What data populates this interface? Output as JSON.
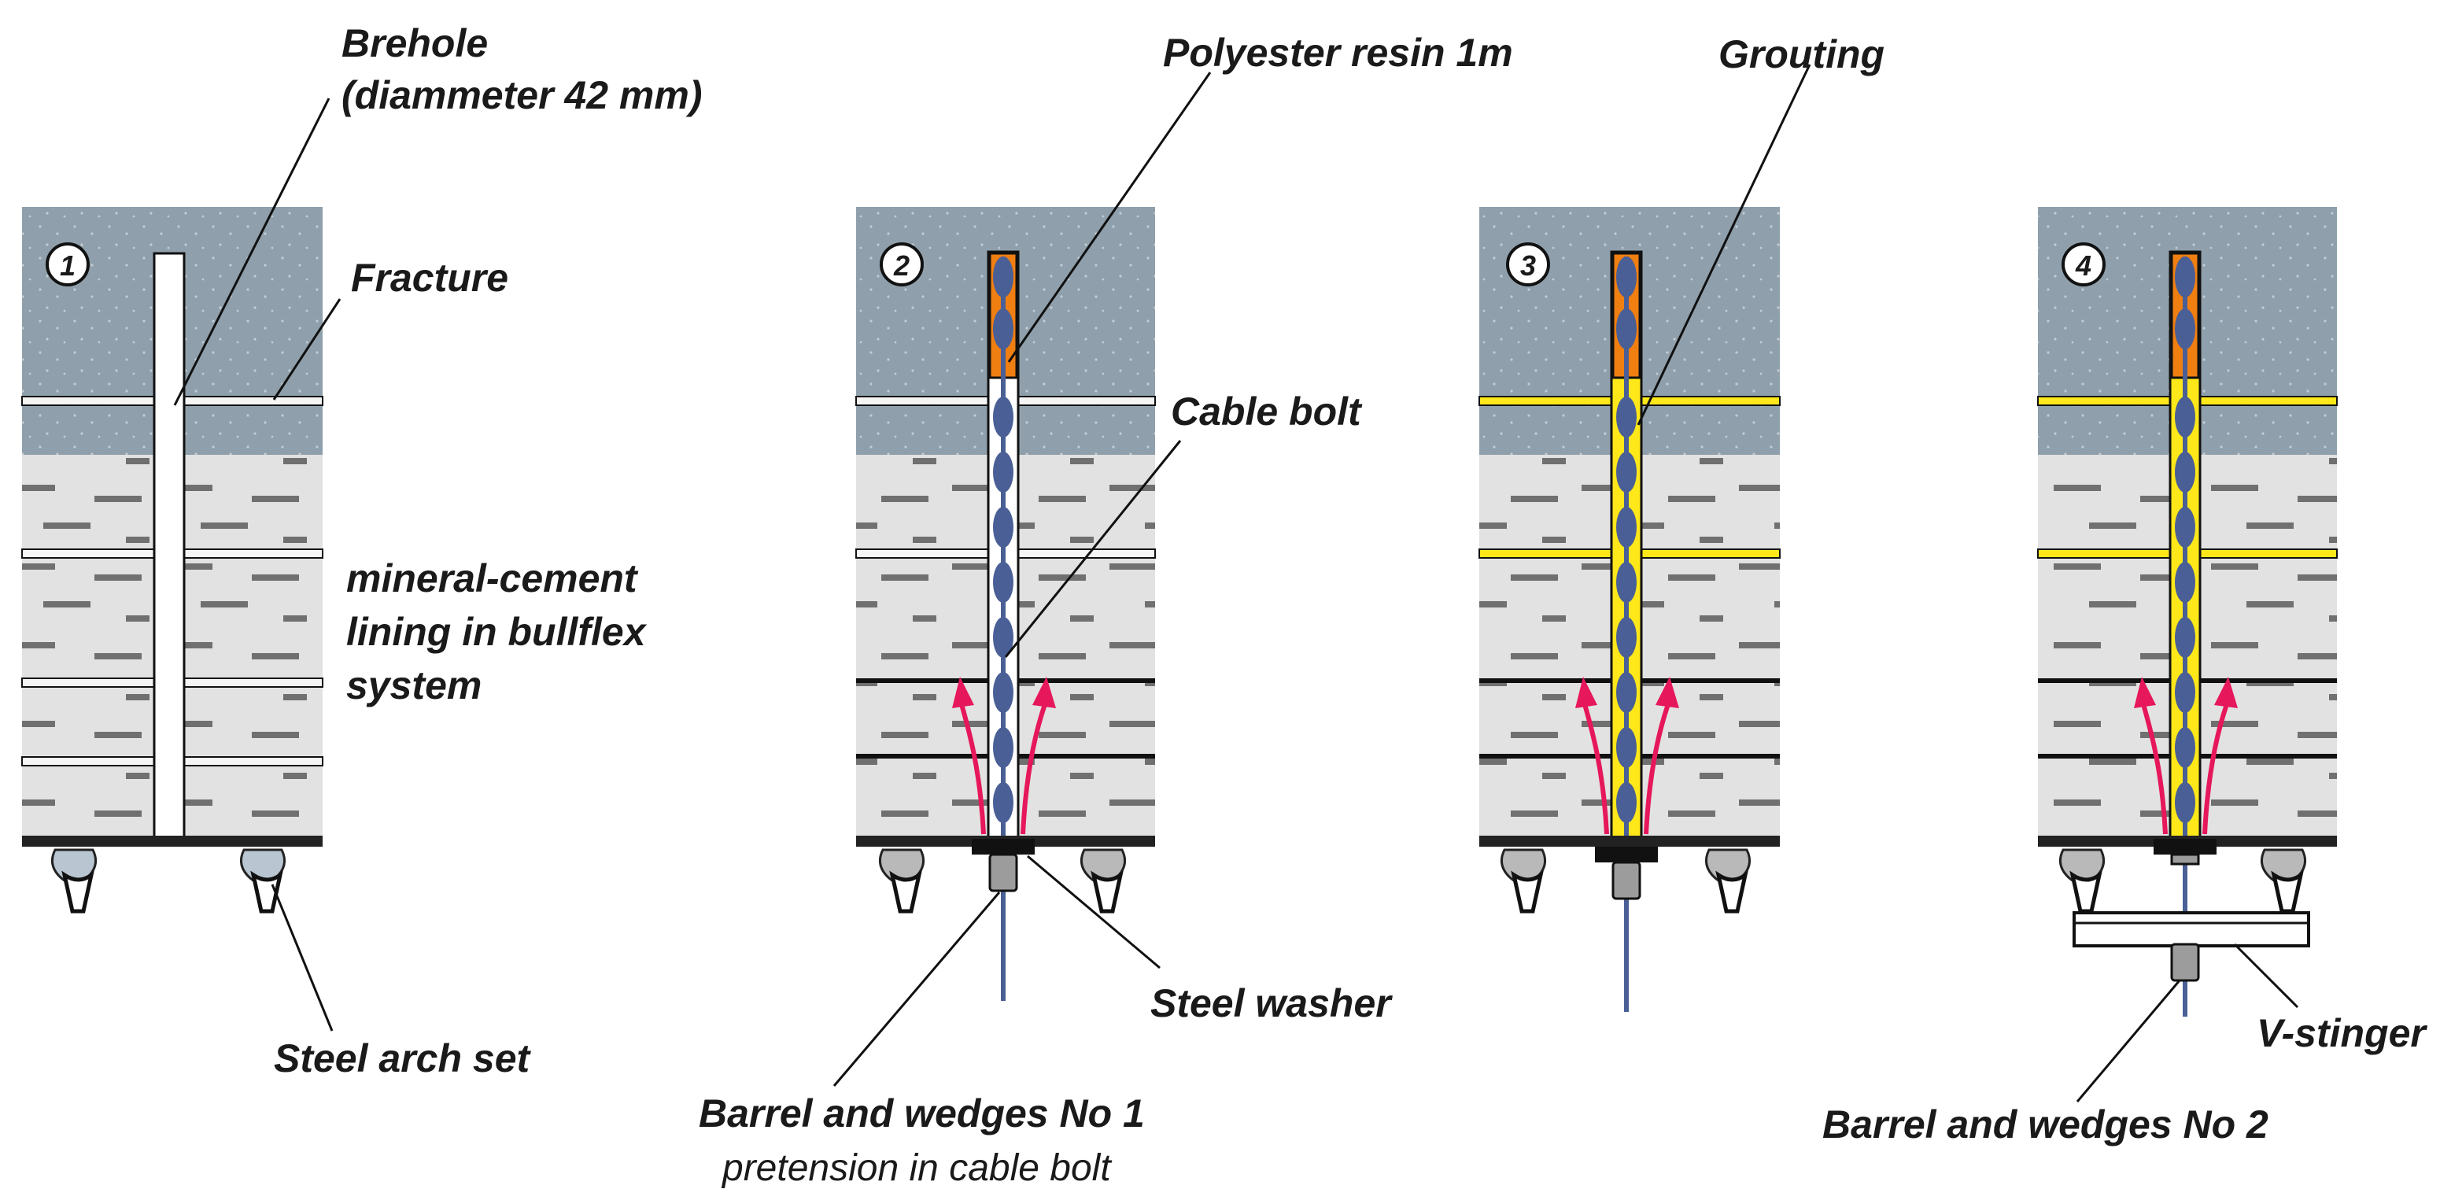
{
  "panels": [
    {
      "number": "1"
    },
    {
      "number": "2"
    },
    {
      "number": "3"
    },
    {
      "number": "4"
    }
  ],
  "labels": {
    "borehole_line1": "Brehole",
    "borehole_line2": "(diammeter 42 mm)",
    "fracture": "Fracture",
    "lining_line1": "mineral-cement",
    "lining_line2": "lining in bullflex",
    "lining_line3": "system",
    "steel_arch": "Steel arch set",
    "resin": "Polyester resin 1m",
    "cable_bolt": "Cable bolt",
    "steel_washer": "Steel washer",
    "barrel1": "Barrel and wedges No 1",
    "pretension": "pretension in cable bolt",
    "grouting": "Grouting",
    "vstinger": "V-stinger",
    "barrel2": "Barrel and wedges No 2"
  },
  "colors": {
    "upper_rock": "#8fa0ac",
    "lower_rock": "#e2e2e2",
    "resin": "#f07f12",
    "grout": "#ffe81a",
    "cable": "#4a5f96",
    "flow_arrow": "#e6175a",
    "arch": "#b9c6d2"
  }
}
